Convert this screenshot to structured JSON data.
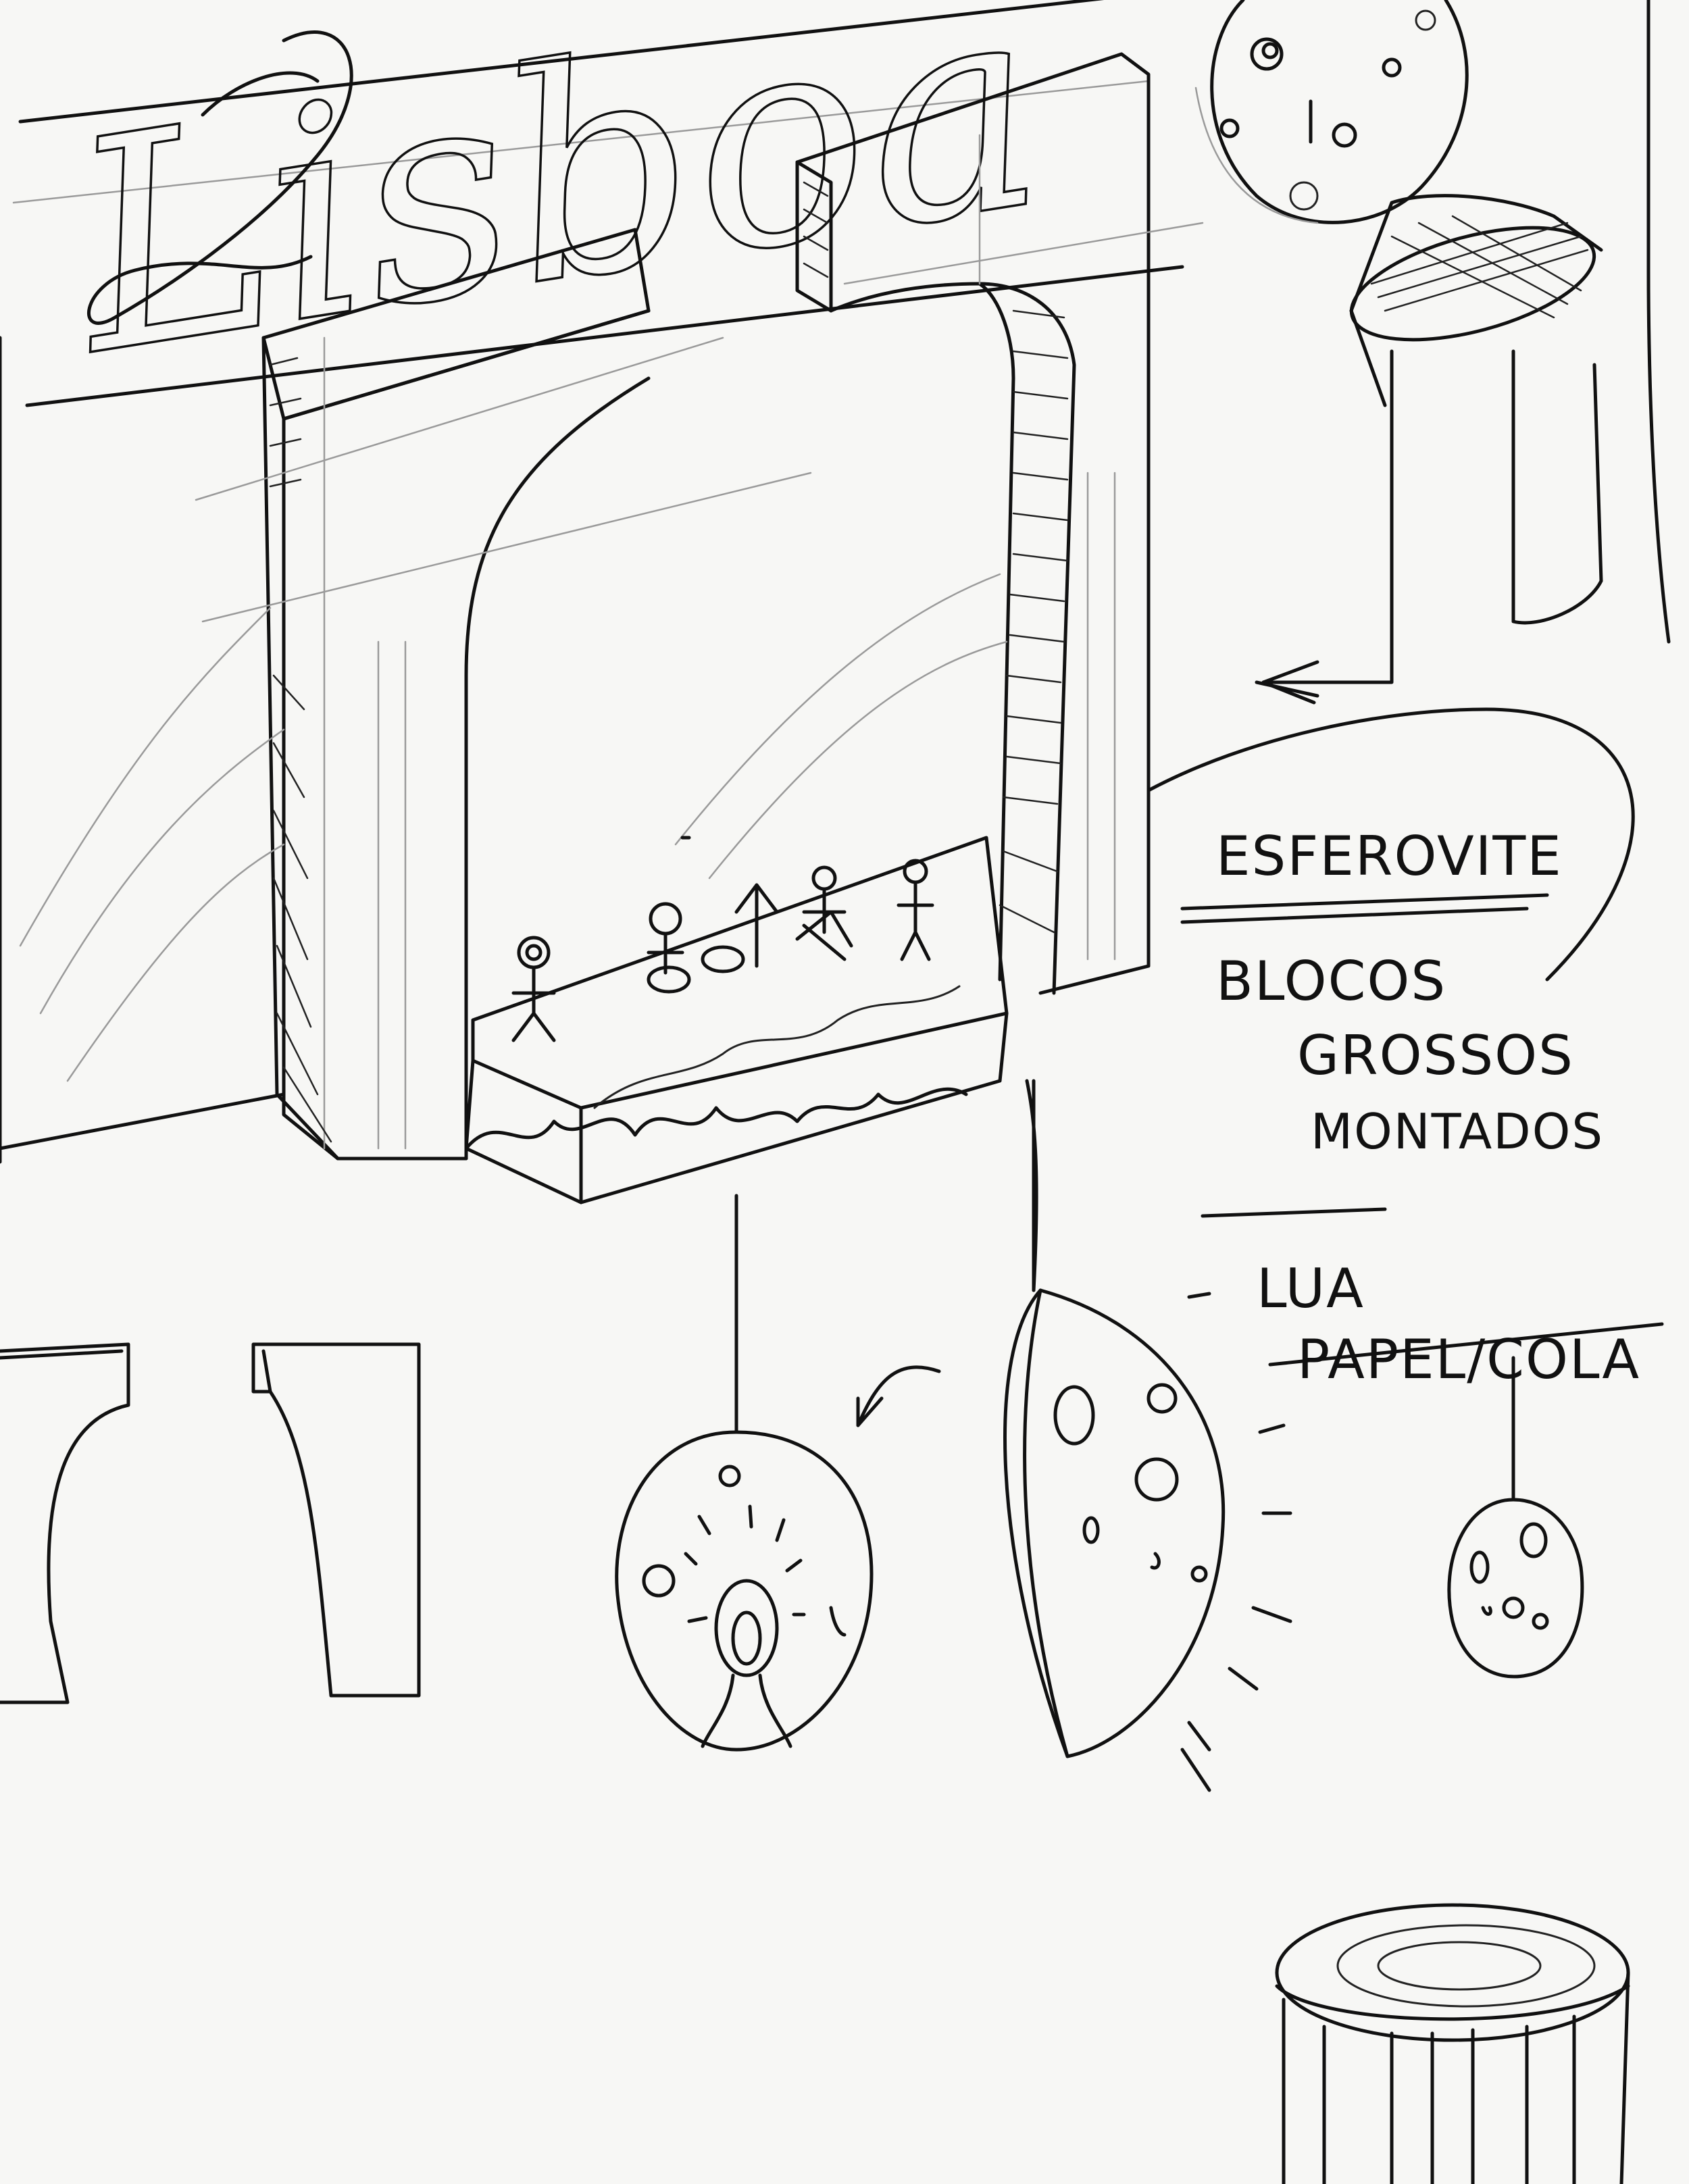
{
  "sign": {
    "text": "Lisboa"
  },
  "labels": {
    "material": "ESFEROVITE",
    "blocks_line1": "BLOCOS",
    "blocks_line2": "GROSSOS",
    "blocks_line3": "MONTADOS",
    "moon_line1": "LUA",
    "moon_line2": "PAPEL/COLA"
  },
  "colors": {
    "ink": "#111111",
    "paper": "#f7f7f5",
    "pencil": "#9a9a9a"
  }
}
